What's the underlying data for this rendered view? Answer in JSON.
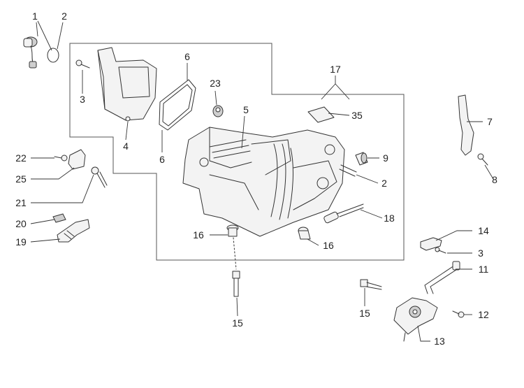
{
  "diagram": {
    "type": "exploded-parts-view",
    "callouts": [
      {
        "id": "c1",
        "text": "1"
      },
      {
        "id": "c2a",
        "text": "2"
      },
      {
        "id": "c2b",
        "text": "2"
      },
      {
        "id": "c3a",
        "text": "3"
      },
      {
        "id": "c3b",
        "text": "3"
      },
      {
        "id": "c4",
        "text": "4"
      },
      {
        "id": "c5",
        "text": "5"
      },
      {
        "id": "c6a",
        "text": "6"
      },
      {
        "id": "c6b",
        "text": "6"
      },
      {
        "id": "c7",
        "text": "7"
      },
      {
        "id": "c8",
        "text": "8"
      },
      {
        "id": "c9",
        "text": "9"
      },
      {
        "id": "c11",
        "text": "11"
      },
      {
        "id": "c12",
        "text": "12"
      },
      {
        "id": "c13",
        "text": "13"
      },
      {
        "id": "c14",
        "text": "14"
      },
      {
        "id": "c15a",
        "text": "15"
      },
      {
        "id": "c15b",
        "text": "15"
      },
      {
        "id": "c16a",
        "text": "16"
      },
      {
        "id": "c16b",
        "text": "16"
      },
      {
        "id": "c17",
        "text": "17"
      },
      {
        "id": "c18",
        "text": "18"
      },
      {
        "id": "c19",
        "text": "19"
      },
      {
        "id": "c20",
        "text": "20"
      },
      {
        "id": "c21",
        "text": "21"
      },
      {
        "id": "c22",
        "text": "22"
      },
      {
        "id": "c23",
        "text": "23"
      },
      {
        "id": "c25",
        "text": "25"
      },
      {
        "id": "c35",
        "text": "35"
      }
    ]
  }
}
